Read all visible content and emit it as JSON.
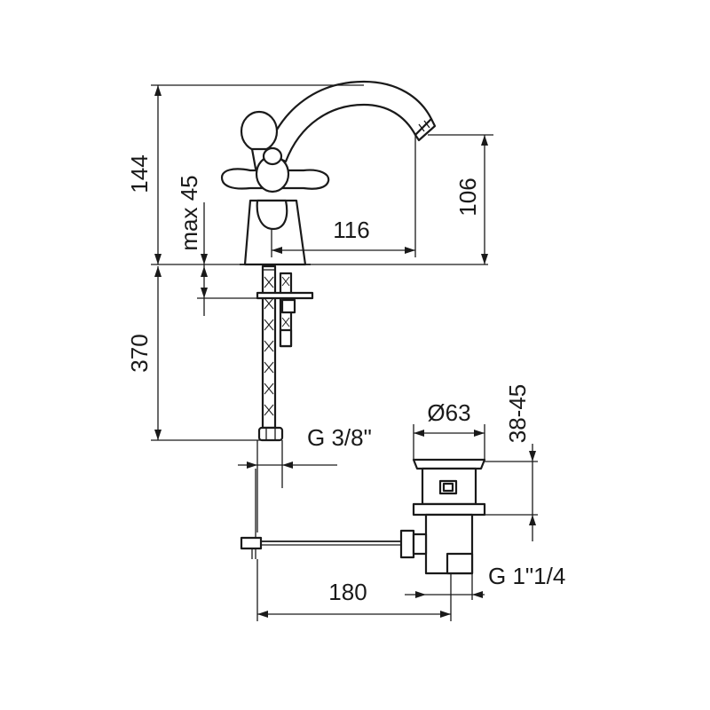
{
  "dimensions": {
    "total_height_above_deck": "144",
    "max_deck_thickness": "max 45",
    "spout_reach": "116",
    "spout_height": "106",
    "hose_length": "370",
    "hose_connection": "G 3/8\"",
    "waste_diameter": "Ø63",
    "waste_clamping_range": "38-45",
    "waste_rod_length": "180",
    "waste_thread": "G 1\"1/4"
  }
}
